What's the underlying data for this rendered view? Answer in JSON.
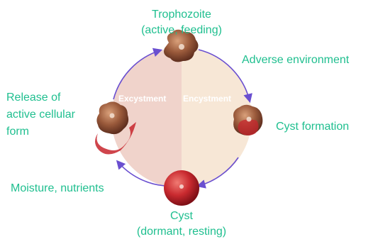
{
  "diagram": {
    "phases": {
      "left": "Excystment",
      "right": "Encystment"
    },
    "stages": {
      "top": {
        "title": "Trophozoite",
        "subtitle": "(active, feeding)"
      },
      "right": {
        "title": "Cyst formation"
      },
      "bottom": {
        "title": "Cyst",
        "subtitle": "(dormant, resting)"
      },
      "left": {
        "lines": [
          "Release of",
          "active cellular",
          "form"
        ]
      }
    },
    "transitions": {
      "top_right": "Adverse environment",
      "bottom_left": "Moisture, nutrients"
    },
    "colors": {
      "label": "#1fbf8f",
      "arrow": "#6a4fd0",
      "left_half": "#f0d3cb",
      "right_half": "#f7e7d6",
      "trophozoite": "#8b4a33",
      "cyst": "#c7252d"
    },
    "icons": {
      "trophozoite_cell": "amoeba-cell-icon",
      "cyst_cell": "cyst-cell-icon"
    }
  }
}
